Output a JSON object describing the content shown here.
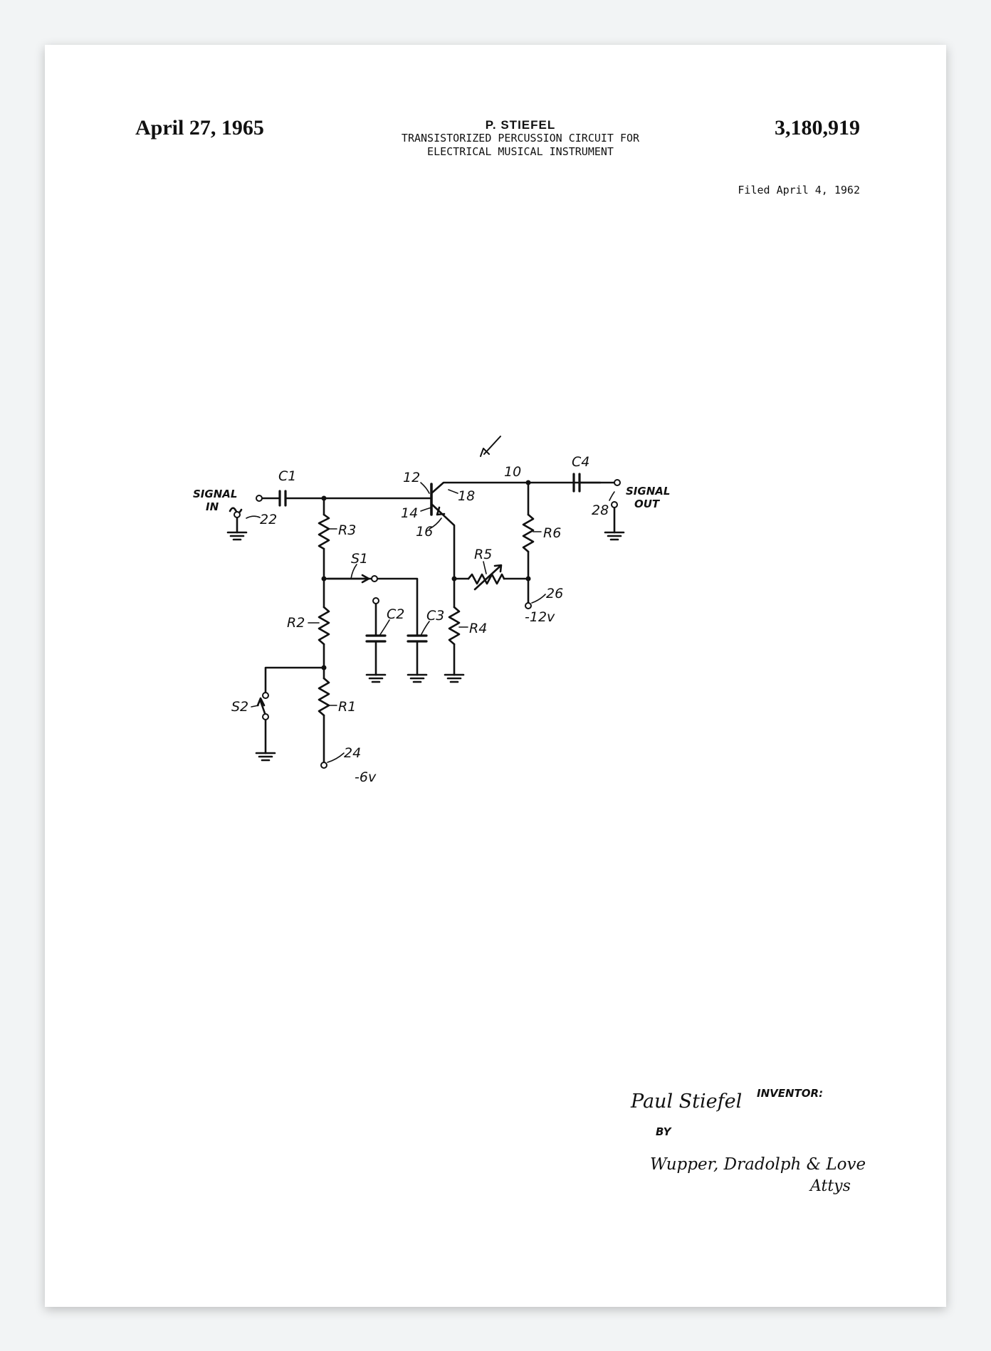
{
  "header": {
    "date": "April 27, 1965",
    "inventor": "P. STIEFEL",
    "title_line1": "TRANSISTORIZED PERCUSSION CIRCUIT FOR",
    "title_line2": "ELECTRICAL MUSICAL INSTRUMENT",
    "patent_number": "3,180,919",
    "filed": "Filed April 4, 1962"
  },
  "diagram": {
    "ref_circuit": "10",
    "signal_in": [
      "SIGNAL",
      "IN"
    ],
    "signal_out": [
      "SIGNAL",
      "OUT"
    ],
    "components": {
      "c1": "C1",
      "c2": "C2",
      "c3": "C3",
      "c4": "C4",
      "r1": "R1",
      "r2": "R2",
      "r3": "R3",
      "r4": "R4",
      "r5": "R5",
      "r6": "R6",
      "s1": "S1",
      "s2": "S2"
    },
    "refs": {
      "n12": "12",
      "n14": "14",
      "n16": "16",
      "n18": "18",
      "n22": "22",
      "n24": "24",
      "n26": "26",
      "n28": "28"
    },
    "voltages": {
      "v6": "-6v",
      "v12": "-12v"
    }
  },
  "signature": {
    "inventor_label": "INVENTOR:",
    "inventor_name": "Paul Stiefel",
    "by": "BY",
    "attorneys": "Wupper, Dradolph & Love",
    "attys": "Attys"
  }
}
